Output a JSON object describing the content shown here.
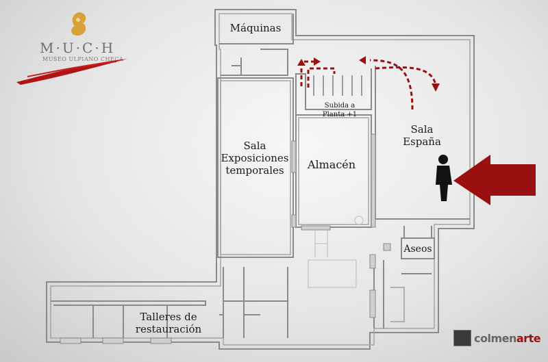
{
  "logo": {
    "letters": "M·U·C·H",
    "subtitle": "MUSEO ULPIANO CHECA"
  },
  "rooms": {
    "maquinas": "Máquinas",
    "subida_line1": "Subida a",
    "subida_line2": "Planta +1",
    "sala_espana_line1": "Sala",
    "sala_espana_line2": "España",
    "sala_expo_line1": "Sala",
    "sala_expo_line2": "Exposiciones",
    "sala_expo_line3": "temporales",
    "almacen": "Almacén",
    "aseos": "Aseos",
    "talleres_line1": "Talleres de",
    "talleres_line2": "restauración"
  },
  "brand": {
    "name_a": "colmen",
    "name_b": "arte"
  },
  "colors": {
    "accent_red": "#9a1010",
    "wall": "#8a8a8a",
    "wall_fill": "#cfcfcf"
  },
  "icons": {
    "you_are_here": "person-silhouette-icon",
    "entrance": "arrow-left-icon",
    "route": "dashed-route-arrow-icon"
  }
}
